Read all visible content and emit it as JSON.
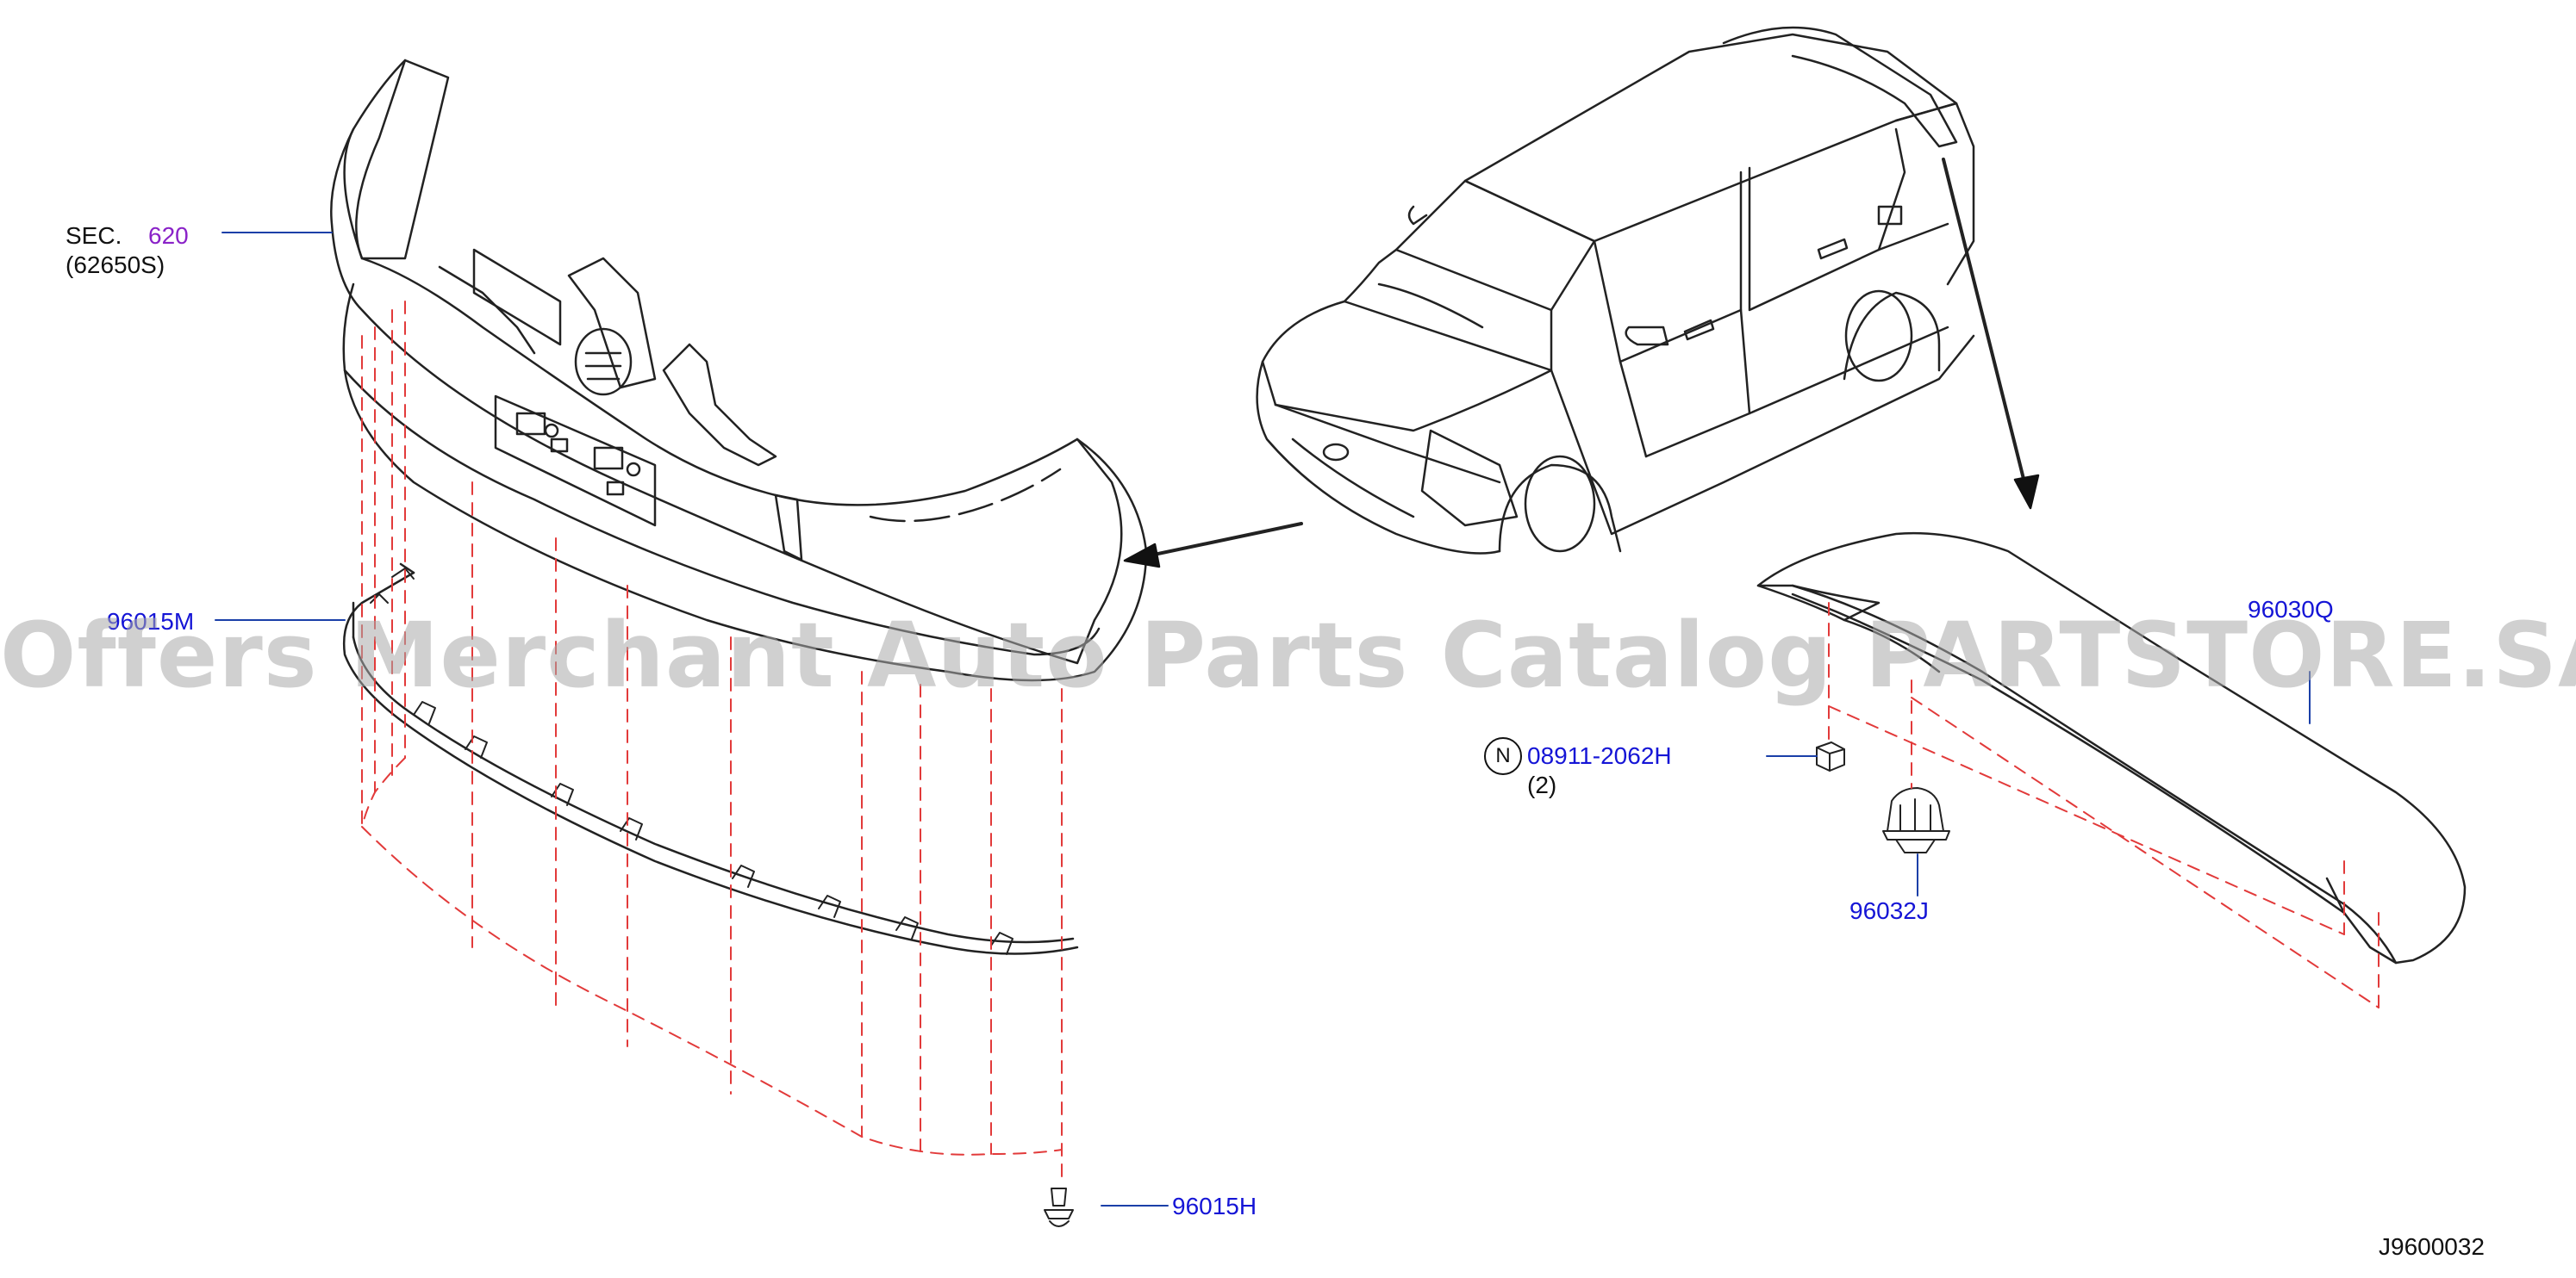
{
  "callouts": {
    "sec_prefix": "SEC.",
    "sec_number": "620",
    "sec_sub": "(62650S)",
    "front_molding": "96015M",
    "front_clip": "96015H",
    "rear_spoiler": "96030Q",
    "nut_symbol": "N",
    "nut_part": "08911-2062H",
    "nut_qty": "(2)",
    "rear_clip": "96032J"
  },
  "diagram_code": "J9600032",
  "watermark": "Offers Merchant Auto Parts Catalog PARTSTORE.SA",
  "colors": {
    "part_number": "#1515d6",
    "section_number": "#8a22c8",
    "dashed_line": "#e23a3a",
    "outline": "#222222"
  }
}
